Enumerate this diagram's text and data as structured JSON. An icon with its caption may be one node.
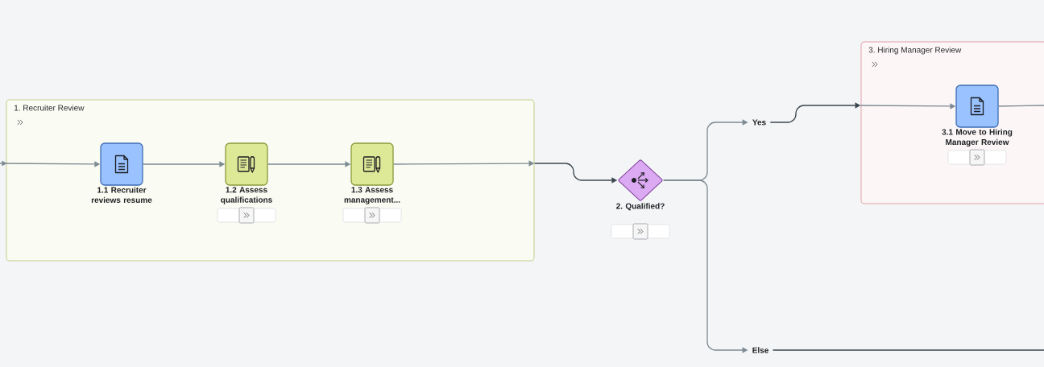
{
  "diagram": {
    "nodes": [
      {
        "text": [
          "1. Recruiter Review"
        ]
      },
      {
        "text": [
          "1.1 Recruiter reviews resume"
        ],
        "in": 0
      },
      {
        "text": [
          "1.2 Assess qualifications"
        ],
        "in": 0
      },
      {
        "text": [
          "1.3 Assess management..."
        ],
        "in": 0
      },
      {
        "text": [
          "2. Qualified?"
        ]
      },
      {
        "text": [
          "Yes"
        ]
      },
      {
        "text": [
          "3. Hiring Manager Review"
        ]
      },
      {
        "text": [
          "3.1 Move to Hiring Manager Review"
        ],
        "in": 6
      },
      {
        "text": [
          "Else"
        ]
      }
    ],
    "edges": [
      {
        "from": null,
        "to": 1,
        "arrow": "to"
      },
      {
        "from": 1,
        "to": 2,
        "arrow": "to"
      },
      {
        "from": 2,
        "to": 3,
        "arrow": "to"
      },
      {
        "from": 3,
        "to": 0,
        "arrow": "to"
      },
      {
        "from": 0,
        "to": 4,
        "arrow": "to",
        "color": "#3a474f"
      },
      {
        "from": 4,
        "to": 5,
        "arrow": "to"
      },
      {
        "from": 4,
        "to": 8,
        "arrow": "to"
      },
      {
        "from": 5,
        "to": 6,
        "arrow": "to",
        "color": "#3a474f"
      },
      {
        "from": 6,
        "to": 7,
        "arrow": "to"
      },
      {
        "from": 7,
        "to": null,
        "arrow": "none"
      },
      {
        "from": 8,
        "to": null,
        "arrow": "none",
        "color": "#3a474f"
      }
    ]
  }
}
